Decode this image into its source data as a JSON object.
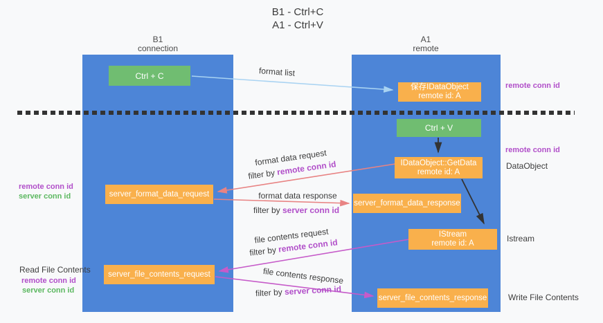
{
  "title": {
    "line1": "B1 - Ctrl+C",
    "line2": "A1 - Ctrl+V"
  },
  "columns": {
    "left": {
      "name": "B1",
      "role": "connection"
    },
    "right": {
      "name": "A1",
      "role": "remote"
    }
  },
  "boxes": {
    "ctrl_c": "Ctrl + C",
    "ctrl_v": "Ctrl + V",
    "save_dataobject": {
      "line1": "保存IDataObject",
      "line2": "remote id: A"
    },
    "getdata": {
      "line1": "IDataObject::GetData",
      "line2": "remote id: A"
    },
    "istream": {
      "line1": "IStream",
      "line2": "remote id: A"
    },
    "format_request": "server_format_data_request",
    "format_response": "server_format_data_response",
    "file_request": "server_file_contents_request",
    "file_response": "server_file_contents_response"
  },
  "arrow_labels": {
    "format_list": "format list",
    "format_data_request": "format data request",
    "filter_remote_1": {
      "prefix": "filter by ",
      "colored": "remote conn id"
    },
    "format_data_response": "format data response",
    "filter_server_1": {
      "prefix": "filter by ",
      "colored": "server conn id"
    },
    "file_contents_request": "file contents request",
    "filter_remote_2": {
      "prefix": "filter by ",
      "colored": "remote conn id"
    },
    "file_contents_response": "file contents response",
    "filter_server_2": {
      "prefix": "filter by ",
      "colored": "server conn id"
    }
  },
  "side_labels": {
    "right_remote_1": "remote conn id",
    "right_remote_2": "remote conn id",
    "dataobject": "DataObject",
    "istream": "Istream",
    "write_file": "Write File Contents",
    "left_remote_1": "remote conn id",
    "left_server_1": "server conn id",
    "read_file": "Read File Contents",
    "left_remote_2": "remote conn id",
    "left_server_2": "server conn id"
  },
  "colors": {
    "background": "#f8f9fa",
    "lifeline_blue": "#4d85d7",
    "box_green": "#70bd71",
    "box_orange": "#f9b04c",
    "label_purple": "#b14fc9",
    "label_green": "#5cb860",
    "text_dark": "#3c3c3c",
    "arrow_salmon": "#e88383",
    "arrow_magenta": "#c65bc9",
    "arrow_lightblue": "#a9d3f2",
    "arrow_black": "#333333"
  }
}
